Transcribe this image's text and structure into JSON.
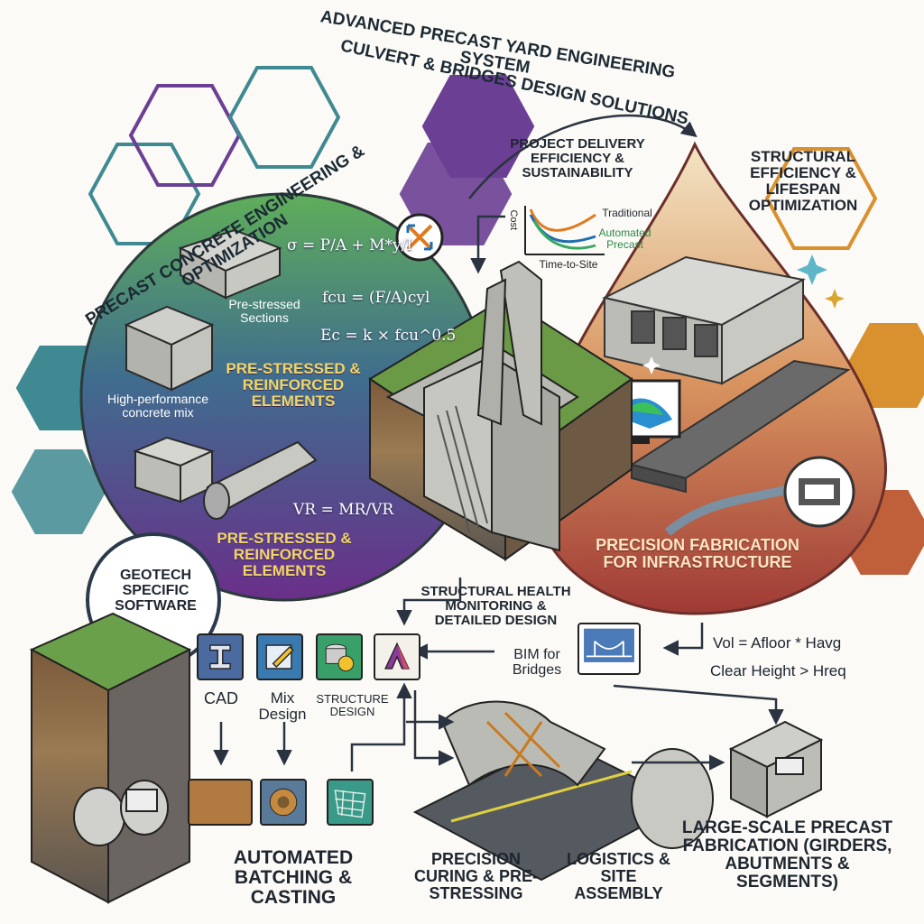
{
  "titles": {
    "arc_line1": "ADVANCED PRECAST YARD ENGINEERING SYSTEM",
    "arc_line2": "CULVERT & BRIDGES DESIGN SOLUTIONS",
    "left_arc": "PRECAST CONCRETE ENGINEERING & OPTIMIZATION"
  },
  "left_panel": {
    "pre_stressed_sections": "Pre-stressed Sections",
    "high_performance_mix": "High-performance concrete mix",
    "elements_1": "PRE-STRESSED & REINFORCED ELEMENTS",
    "elements_2": "PRE-STRESSED & REINFORCED ELEMENTS",
    "formula_sigma": "σ = P/A + M*y/I",
    "formula_fcu": "fcu = (F/A)cyl",
    "formula_ec": "Ec = k × fcu^0.5",
    "formula_vr": "VR = MR/VR"
  },
  "project_delivery": {
    "title": "PROJECT DELIVERY EFFICIENCY & SUSTAINABILITY",
    "y_label": "Cost",
    "x_label": "Time-to-Site",
    "traditional": "Traditional",
    "automated": "Automated Precast"
  },
  "right_panel": {
    "title": "STRUCTURAL EFFICIENCY & LIFESPAN OPTIMIZATION",
    "bottom_label": "PRECISION FABRICATION FOR INFRASTRUCTURE"
  },
  "center": {
    "monitoring": "STRUCTURAL HEALTH MONITORING & DETAILED DESIGN",
    "bim": "BIM for Bridges",
    "vol_formula": "Vol = Afloor * Havg",
    "height_formula": "Clear Height > Hreq"
  },
  "geotech": {
    "label": "GEOTECH SPECIFIC SOFTWARE"
  },
  "tools": {
    "cad": "CAD",
    "mix_design": "Mix Design",
    "structure_design": "STRUCTURE DESIGN"
  },
  "process": {
    "batching": "AUTOMATED BATCHING & CASTING",
    "curing": "PRECISION CURING & PRE-STRESSING",
    "logistics": "LOGISTICS & SITE ASSEMBLY",
    "large_scale": "LARGE-SCALE PRECAST FABRICATION (GIRDERS, ABUTMENTS & SEGMENTS)"
  },
  "colors": {
    "left_circle_top": "#5aa85a",
    "left_circle_mid": "#4a5c9a",
    "left_circle_bottom": "#6a2f8a",
    "right_drop_top": "#e7c99a",
    "right_drop_bottom": "#a8403a",
    "hex_teal": "#3f8a92",
    "hex_purple": "#6b3f94",
    "hex_orange": "#d9902e",
    "accent_gold": "#f3d56a"
  },
  "icons": [
    "transform-arrows-icon",
    "steel-beam-icon",
    "pencil-ruler-icon",
    "database-coin-icon",
    "revit-logo-icon",
    "bridge-monitor-icon",
    "cnc-machine-icon",
    "sparkle-icon",
    "box-girder-section-icon",
    "fea-monitor-icon",
    "tunnel-cross-section-icon"
  ]
}
